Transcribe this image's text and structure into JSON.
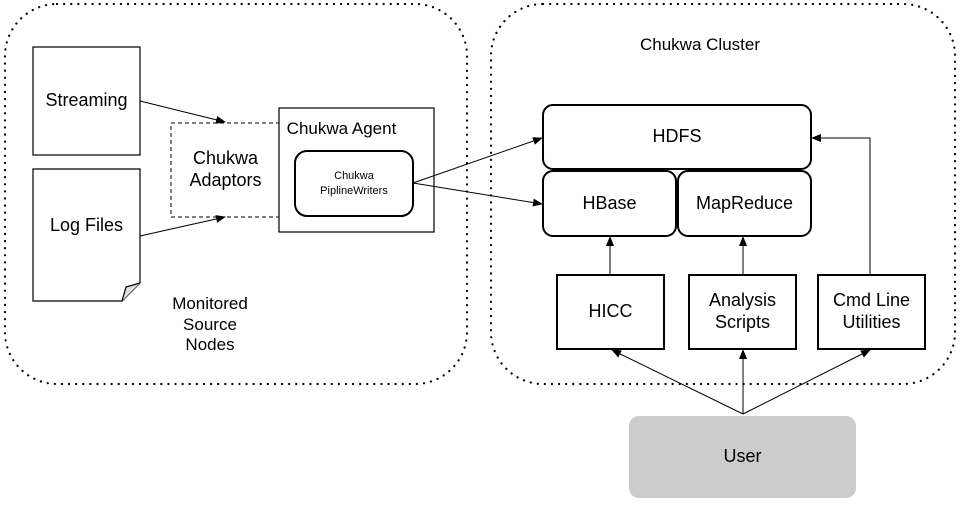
{
  "left_region_label": "Monitored\nSource\nNodes",
  "right_region_label": "Chukwa Cluster",
  "streaming_label": "Streaming",
  "log_files_label": "Log Files",
  "adaptors_label": "Chukwa\nAdaptors",
  "agent_label": "Chukwa Agent",
  "writers_label": "Chukwa\nPiplineWriters",
  "hdfs_label": "HDFS",
  "hbase_label": "HBase",
  "mapreduce_label": "MapReduce",
  "hicc_label": "HICC",
  "analysis_label": "Analysis\nScripts",
  "cmdline_label": "Cmd Line\nUtilities",
  "user_label": "User",
  "colors": {
    "stroke": "#000000",
    "user_fill": "#cccccc"
  }
}
